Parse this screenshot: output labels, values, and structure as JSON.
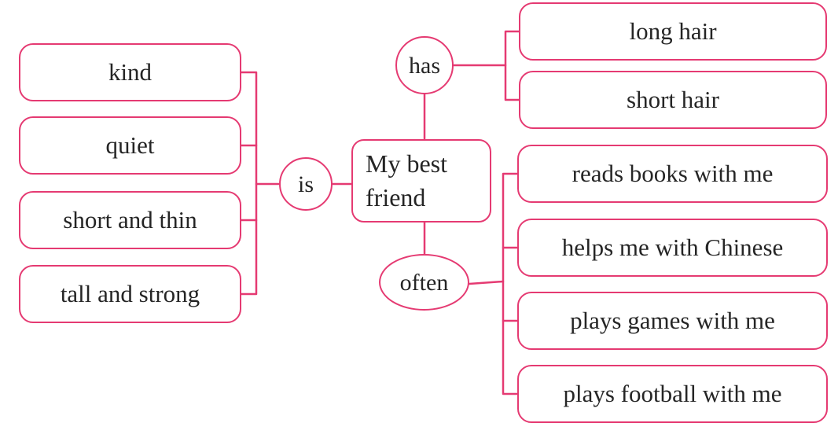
{
  "diagram": {
    "type": "mind-map",
    "background": "#ffffff",
    "accent_color": "#e53a72",
    "text_color": "#252525",
    "center": {
      "label": "My best friend"
    },
    "branches": {
      "is": {
        "connector_label": "is",
        "items": [
          {
            "label": "kind"
          },
          {
            "label": "quiet"
          },
          {
            "label": "short and thin"
          },
          {
            "label": "tall and strong"
          }
        ]
      },
      "has": {
        "connector_label": "has",
        "items": [
          {
            "label": "long hair"
          },
          {
            "label": "short hair"
          }
        ]
      },
      "often": {
        "connector_label": "often",
        "items": [
          {
            "label": "reads books with me"
          },
          {
            "label": "helps me with Chinese"
          },
          {
            "label": "plays games with me"
          },
          {
            "label": "plays football with me"
          }
        ]
      }
    }
  }
}
